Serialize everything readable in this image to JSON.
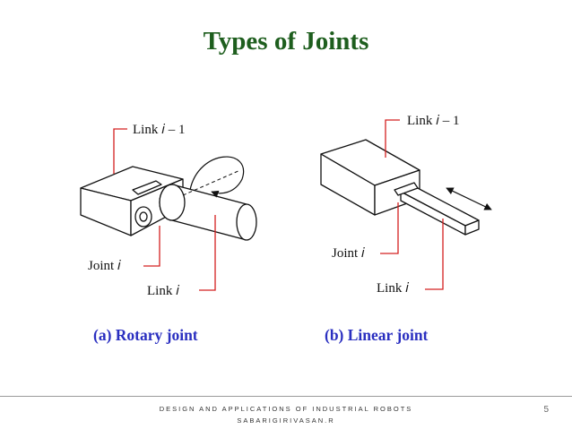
{
  "slide": {
    "title": "Types of Joints",
    "page_number": "5",
    "footer_line1": "DESIGN AND APPLICATIONS OF INDUSTRIAL ROBOTS",
    "footer_line2": "SABARIGIRIVASAN.R"
  },
  "rotary": {
    "label_link_prev": "Link 𝑖 – 1",
    "label_joint": "Joint 𝑖",
    "label_link": "Link 𝑖",
    "caption": "(a) Rotary joint"
  },
  "linear": {
    "label_link_prev": "Link 𝑖 – 1",
    "label_joint": "Joint 𝑖",
    "label_link": "Link 𝑖",
    "caption": "(b) Linear joint"
  },
  "colors": {
    "title": "#1e5e1e",
    "caption": "#2a2fc0",
    "leader": "#d42020",
    "line": "#111111"
  }
}
